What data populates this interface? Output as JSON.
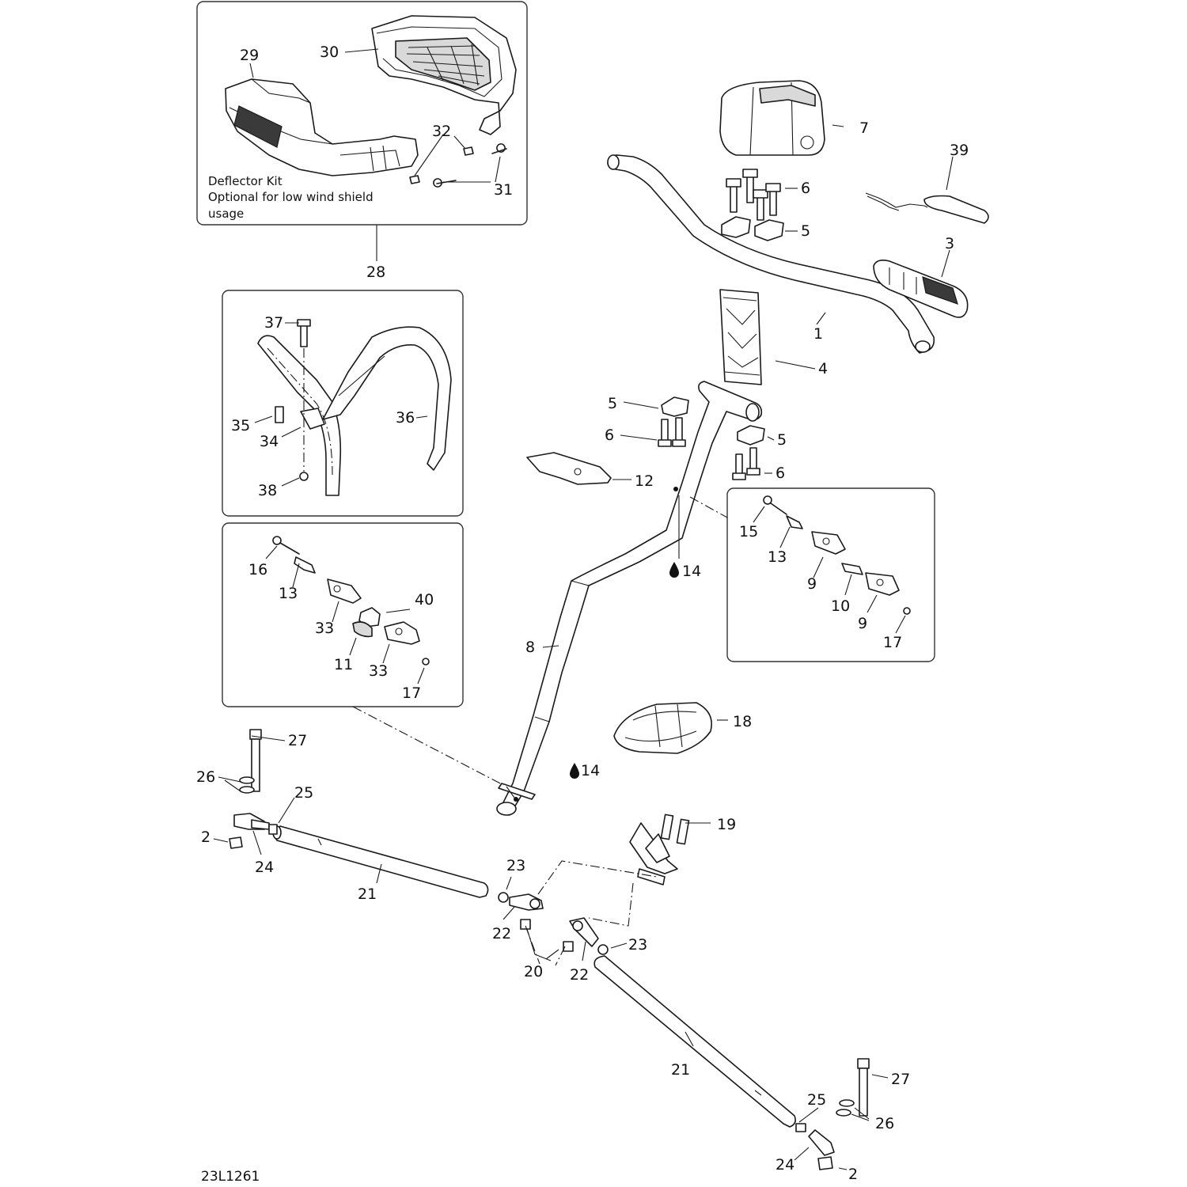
{
  "callouts": {
    "c1": "1",
    "c2a": "2",
    "c2b": "2",
    "c3": "3",
    "c4": "4",
    "c5a": "5",
    "c5b": "5",
    "c5c": "5",
    "c6a": "6",
    "c6b": "6",
    "c6c": "6",
    "c7": "7",
    "c8": "8",
    "c9a": "9",
    "c9b": "9",
    "c10": "10",
    "c11": "11",
    "c12": "12",
    "c13a": "13",
    "c13b": "13",
    "c14a": "14",
    "c14b": "14",
    "c15": "15",
    "c16": "16",
    "c17a": "17",
    "c17b": "17",
    "c18": "18",
    "c19": "19",
    "c20": "20",
    "c21a": "21",
    "c21b": "21",
    "c22a": "22",
    "c22b": "22",
    "c23a": "23",
    "c23b": "23",
    "c24a": "24",
    "c24b": "24",
    "c25a": "25",
    "c25b": "25",
    "c26a": "26",
    "c26b": "26",
    "c27a": "27",
    "c27b": "27",
    "c28": "28",
    "c29": "29",
    "c30": "30",
    "c31": "31",
    "c32": "32",
    "c33a": "33",
    "c33b": "33",
    "c34": "34",
    "c35": "35",
    "c36": "36",
    "c37": "37",
    "c38": "38",
    "c39": "39",
    "c40": "40"
  },
  "deflector_note": {
    "line1": "Deflector Kit",
    "line2": "Optional for low wind shield",
    "line3": "usage"
  },
  "drawing_code": "23L1261",
  "icons": [
    "lubricant-drop-icon"
  ]
}
